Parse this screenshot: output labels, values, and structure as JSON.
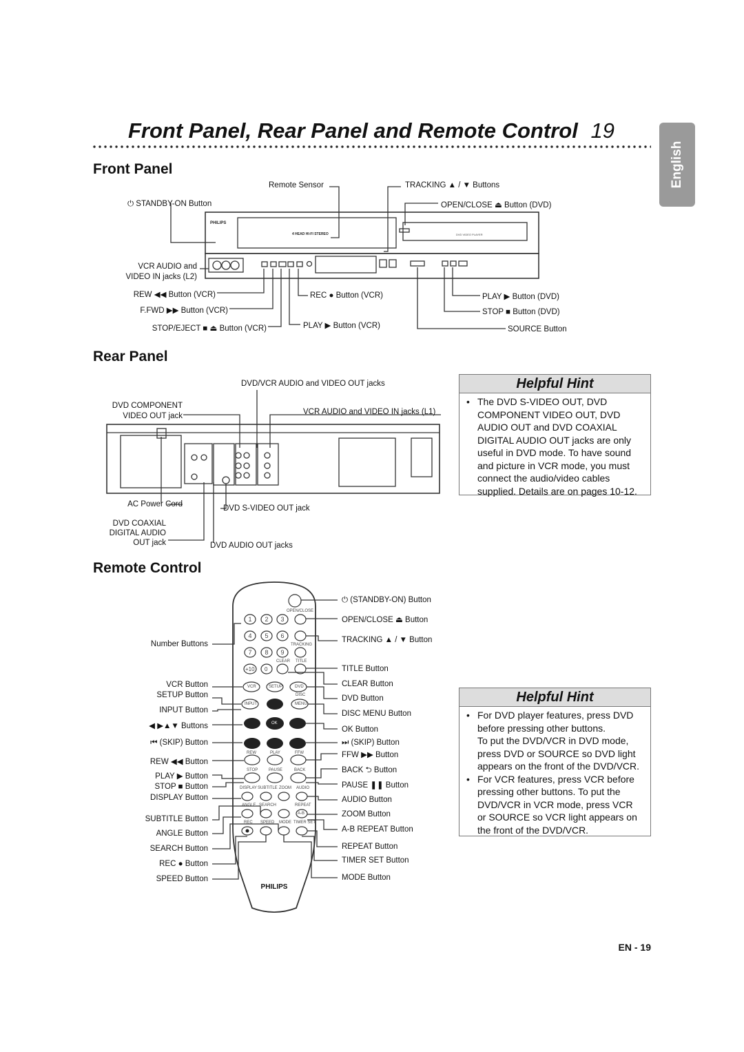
{
  "page": {
    "title": "Front Panel, Rear Panel and Remote Control",
    "page_number": "19",
    "language_tab": "English",
    "footer": "EN - 19"
  },
  "front_panel": {
    "heading": "Front Panel",
    "labels": {
      "remote_sensor": "Remote Sensor",
      "tracking": "TRACKING ▲ / ▼ Buttons",
      "standby": "⏻ STANDBY-ON Button",
      "open_close": "OPEN/CLOSE ⏏ Button (DVD)",
      "vcr_audio_l2": "VCR AUDIO and",
      "vcr_audio_l2b": "VIDEO IN jacks (L2)",
      "rew": "REW ◀◀ Button (VCR)",
      "ffwd": "F.FWD ▶▶ Button (VCR)",
      "stop_eject": "STOP/EJECT ■ ⏏ Button (VCR)",
      "rec": "REC ● Button (VCR)",
      "play_vcr": "PLAY ▶ Button (VCR)",
      "play_dvd": "PLAY ▶ Button (DVD)",
      "stop_dvd": "STOP ■ Button (DVD)",
      "source": "SOURCE Button"
    },
    "device": {
      "brand": "PHILIPS",
      "badge": "4 HEAD HI-FI STEREO",
      "dvd_label": "DVD VIDEO PLAYER"
    }
  },
  "rear_panel": {
    "heading": "Rear Panel",
    "labels": {
      "dvdvcr_out": "DVD/VCR AUDIO and VIDEO OUT jacks",
      "dvd_component": "DVD COMPONENT",
      "dvd_component_b": "VIDEO OUT jack",
      "vcr_in_l1": "VCR AUDIO and VIDEO IN jacks (L1)",
      "ac_power": "AC Power Cord",
      "svideo": "DVD S-VIDEO OUT jack",
      "coaxial_a": "DVD COAXIAL",
      "coaxial_b": "DIGITAL AUDIO",
      "coaxial_c": "OUT jack",
      "dvd_audio_out": "DVD AUDIO OUT jacks"
    }
  },
  "remote_control": {
    "heading": "Remote Control",
    "brand": "PHILIPS",
    "left_labels": [
      "Number Buttons",
      "VCR Button",
      "SETUP Button",
      "INPUT Button",
      "◀ ▶▲▼ Buttons",
      "⏮ (SKIP) Button",
      "REW ◀◀ Button",
      "PLAY ▶ Button",
      "STOP ■ Button",
      "DISPLAY Button",
      "SUBTITLE Button",
      "ANGLE Button",
      "SEARCH Button",
      "REC ● Button",
      "SPEED Button"
    ],
    "right_labels": [
      "⏻ (STANDBY-ON) Button",
      "OPEN/CLOSE ⏏ Button",
      "TRACKING ▲ / ▼ Button",
      "TITLE Button",
      "CLEAR Button",
      "DVD Button",
      "DISC MENU Button",
      "OK Button",
      "⏭ (SKIP) Button",
      "FFW ▶▶ Button",
      "BACK ⮌ Button",
      "PAUSE ❚❚ Button",
      "AUDIO Button",
      "ZOOM Button",
      "A-B REPEAT Button",
      "REPEAT Button",
      "TIMER SET Button",
      "MODE Button"
    ],
    "key_text": {
      "open_close": "OPEN/CLOSE",
      "tracking": "TRACKING",
      "clear": "CLEAR",
      "title": "TITLE",
      "plus10": "+10",
      "zero": "0",
      "vcr": "VCR",
      "setup": "SETUP",
      "dvd": "DVD",
      "disc": "DISC",
      "input": "INPUT",
      "menu": "MENU",
      "ok": "OK",
      "rew": "REW",
      "play": "PLAY",
      "ffw": "FFW",
      "stop": "STOP",
      "pause": "PAUSE",
      "back": "BACK",
      "display": "DISPLAY",
      "subtitle": "SUBTITLE",
      "zoom": "ZOOM",
      "audio": "AUDIO",
      "angle": "ANGLE",
      "search": "SEARCH",
      "repeat": "REPEAT",
      "ab": "A-B",
      "rec": "REC",
      "speed": "SPEED",
      "mode": "MODE",
      "timer_set": "TIMER SET"
    }
  },
  "hint1": {
    "heading": "Helpful Hint",
    "lines": [
      "The DVD S-VIDEO OUT, DVD",
      "COMPONENT VIDEO OUT, DVD",
      "AUDIO OUT and DVD COAXIAL",
      "DIGITAL AUDIO OUT jacks are only",
      "useful in DVD mode. To have sound",
      "and picture in VCR mode, you must",
      "connect the audio/video cables",
      "supplied. Details are on pages 10-12."
    ]
  },
  "hint2": {
    "heading": "Helpful Hint",
    "bullet1": [
      "For DVD player features, press DVD",
      "before pressing other buttons.",
      "To put the DVD/VCR in DVD mode,",
      "press DVD or SOURCE so DVD light",
      "appears on the front of the DVD/VCR."
    ],
    "bullet2": [
      "For VCR features, press VCR before",
      "pressing other buttons. To put the",
      "DVD/VCR in VCR mode, press VCR",
      "or SOURCE so VCR light appears on",
      "the front of the DVD/VCR."
    ]
  },
  "colors": {
    "line": "#333333",
    "tab": "#9a9a9a",
    "hint_head": "#dddddd"
  }
}
